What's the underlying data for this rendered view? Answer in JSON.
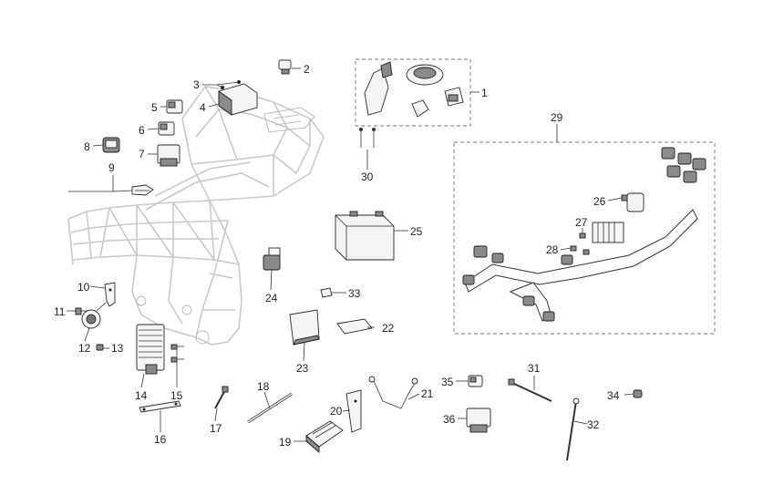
{
  "diagram": {
    "callouts": [
      {
        "id": "1",
        "text": "1"
      },
      {
        "id": "2",
        "text": "2"
      },
      {
        "id": "3",
        "text": "3"
      },
      {
        "id": "4",
        "text": "4"
      },
      {
        "id": "5",
        "text": "5"
      },
      {
        "id": "6",
        "text": "6"
      },
      {
        "id": "7",
        "text": "7"
      },
      {
        "id": "8",
        "text": "8"
      },
      {
        "id": "9",
        "text": "9"
      },
      {
        "id": "10",
        "text": "10"
      },
      {
        "id": "11",
        "text": "11"
      },
      {
        "id": "12",
        "text": "12"
      },
      {
        "id": "13",
        "text": "13"
      },
      {
        "id": "14",
        "text": "14"
      },
      {
        "id": "15",
        "text": "15"
      },
      {
        "id": "16",
        "text": "16"
      },
      {
        "id": "17",
        "text": "17"
      },
      {
        "id": "18",
        "text": "18"
      },
      {
        "id": "19",
        "text": "19"
      },
      {
        "id": "20",
        "text": "20"
      },
      {
        "id": "21",
        "text": "21"
      },
      {
        "id": "22",
        "text": "22"
      },
      {
        "id": "23",
        "text": "23"
      },
      {
        "id": "24",
        "text": "24"
      },
      {
        "id": "25",
        "text": "25"
      },
      {
        "id": "26",
        "text": "26"
      },
      {
        "id": "27",
        "text": "27"
      },
      {
        "id": "28",
        "text": "28"
      },
      {
        "id": "29",
        "text": "29"
      },
      {
        "id": "30",
        "text": "30"
      },
      {
        "id": "31",
        "text": "31"
      },
      {
        "id": "32",
        "text": "32"
      },
      {
        "id": "33",
        "text": "33"
      },
      {
        "id": "34",
        "text": "34"
      },
      {
        "id": "35",
        "text": "35"
      },
      {
        "id": "36",
        "text": "36"
      }
    ]
  }
}
